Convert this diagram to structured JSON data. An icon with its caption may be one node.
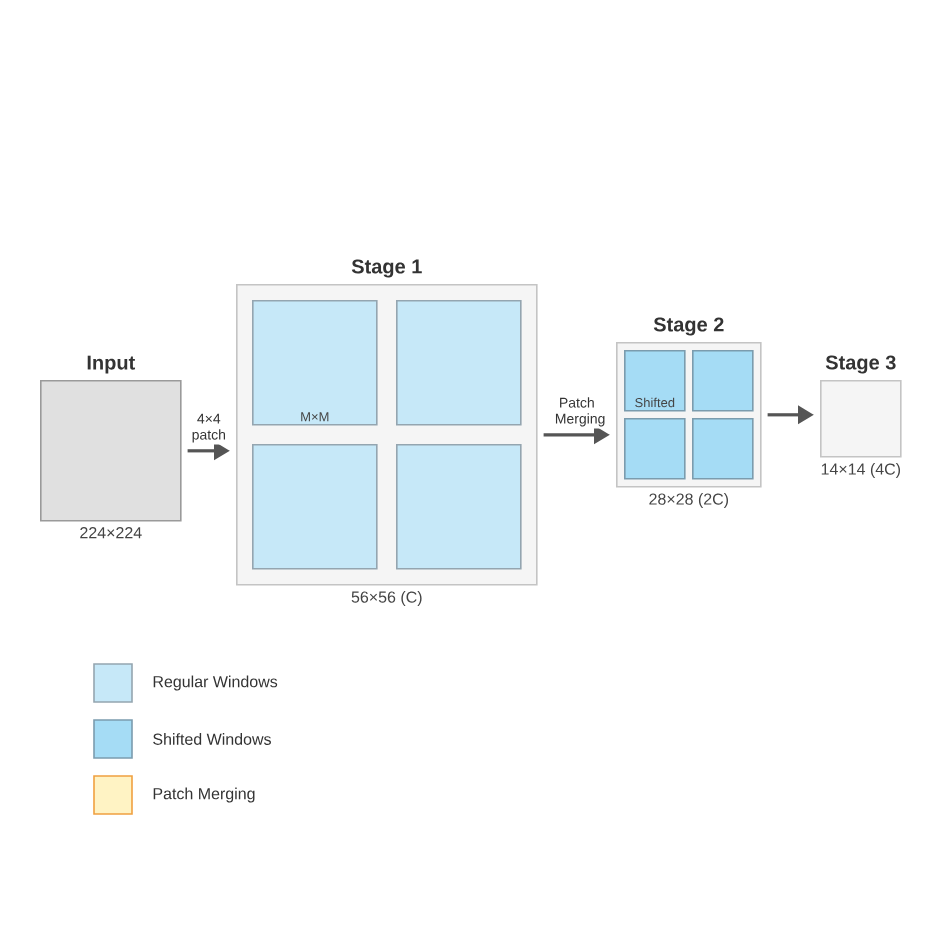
{
  "diagram": {
    "nodes": [
      {
        "text": [
          "Input"
        ],
        "beside": [
          "224×224"
        ]
      },
      {
        "text": [
          "Stage 1"
        ],
        "beside": [
          "56×56 (C)"
        ]
      },
      {
        "text": [
          "M×M"
        ],
        "in": 1
      },
      {
        "text": [],
        "shape": "box",
        "in": 1
      },
      {
        "text": [],
        "shape": "box",
        "in": 1
      },
      {
        "text": [],
        "shape": "box",
        "in": 1
      },
      {
        "text": [
          "Stage 2"
        ],
        "beside": [
          "28×28 (2C)"
        ]
      },
      {
        "text": [
          "Shifted"
        ],
        "in": 6
      },
      {
        "text": [],
        "shape": "box",
        "in": 6
      },
      {
        "text": [],
        "shape": "box",
        "in": 6
      },
      {
        "text": [],
        "shape": "box",
        "in": 6
      },
      {
        "text": [
          "Stage 3"
        ],
        "beside": [
          "14×14 (4C)"
        ]
      }
    ],
    "edges": [
      {
        "from": 0,
        "to": 1,
        "arrow": "to",
        "label": "4×4 patch"
      },
      {
        "from": 1,
        "to": 6,
        "arrow": "to",
        "label": "Patch Merging"
      },
      {
        "from": 6,
        "to": 11,
        "arrow": "to"
      }
    ],
    "legend": [
      {
        "text": "Regular Windows",
        "color": "#c6e8f8"
      },
      {
        "text": "Shifted Windows",
        "color": "#a5dcf5"
      },
      {
        "text": "Patch Merging",
        "color": "#fff3c4"
      }
    ]
  }
}
